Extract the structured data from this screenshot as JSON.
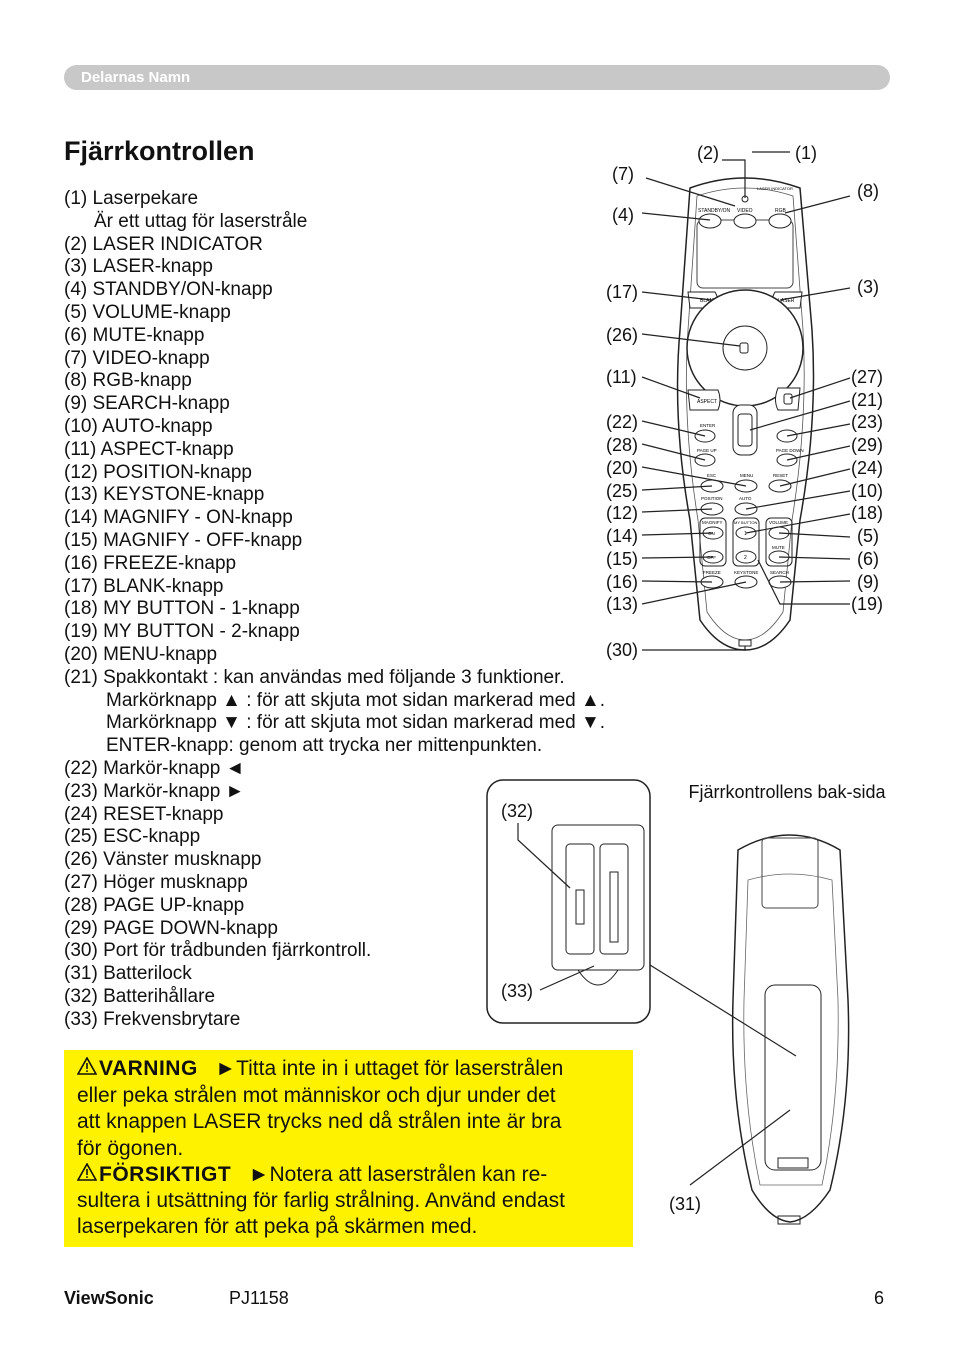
{
  "header": {
    "section": "Delarnas Namn"
  },
  "title": "Fjärrkontrollen",
  "parts": [
    "(1) Laserpekare",
    "Är ett uttag för laserstråle",
    "(2) LASER INDICATOR",
    "(3) LASER-knapp",
    "(4) STANDBY/ON-knapp",
    "(5) VOLUME-knapp",
    "(6) MUTE-knapp",
    "(7) VIDEO-knapp",
    "(8) RGB-knapp",
    "(9) SEARCH-knapp",
    "(10) AUTO-knapp",
    "(11) ASPECT-knapp",
    "(12) POSITION-knapp",
    "(13) KEYSTONE-knapp",
    "(14) MAGNIFY - ON-knapp",
    "(15) MAGNIFY - OFF-knapp",
    "(16) FREEZE-knapp",
    "(17) BLANK-knapp",
    "(18) MY BUTTON - 1-knapp",
    "(19) MY BUTTON - 2-knapp",
    "(20) MENU-knapp",
    "(21) Spakkontakt : kan användas med följande 3 funktioner.",
    "Markörknapp ▲ : för att skjuta mot sidan markerad med ▲.",
    "Markörknapp ▼ : för att skjuta mot sidan markerad med ▼.",
    "ENTER-knapp: genom att trycka ner mittenpunkten.",
    "(22) Markör-knapp ◄",
    "(23) Markör-knapp ►",
    "(24) RESET-knapp",
    "(25) ESC-knapp",
    "(26) Vänster musknapp",
    "(27) Höger musknapp",
    "(28) PAGE UP-knapp",
    "(29) PAGE DOWN-knapp",
    "(30) Port för trådbunden fjärrkontroll.",
    "(31) Batterilock",
    "(32) Batterihållare",
    "(33) Frekvensbrytare"
  ],
  "remote_labels": {
    "laser_indicator": "LASER INDICATOR",
    "standby_on": "STANDBY/ON",
    "video": "VIDEO",
    "rgb": "RGB",
    "blank": "BLANK",
    "laser": "LASER",
    "aspect": "ASPECT",
    "enter": "ENTER",
    "page_up": "PAGE UP",
    "page_down": "PAGE DOWN",
    "esc": "ESC",
    "menu": "MENU",
    "reset": "RESET",
    "position": "POSITION",
    "auto": "AUTO",
    "magnify": "MAGNIFY",
    "on": "ON",
    "off": "OFF",
    "my_button": "MY BUTTON",
    "one": "1",
    "two": "2",
    "volume": "VOLUME",
    "mute": "MUTE",
    "freeze": "FREEZE",
    "keystone": "KEYSTONE",
    "search": "SEARCH"
  },
  "callouts": {
    "c1": "(1)",
    "c2": "(2)",
    "c3": "(3)",
    "c4": "(4)",
    "c5": "(5)",
    "c6": "(6)",
    "c7": "(7)",
    "c8": "(8)",
    "c9": "(9)",
    "c10": "(10)",
    "c11": "(11)",
    "c12": "(12)",
    "c13": "(13)",
    "c14": "(14)",
    "c15": "(15)",
    "c16": "(16)",
    "c17": "(17)",
    "c18": "(18)",
    "c19": "(19)",
    "c20": "(20)",
    "c21": "(21)",
    "c22": "(22)",
    "c23": "(23)",
    "c24": "(24)",
    "c25": "(25)",
    "c26": "(26)",
    "c27": "(27)",
    "c28": "(28)",
    "c29": "(29)",
    "c30": "(30)",
    "c31": "(31)",
    "c32": "(32)",
    "c33": "(33)"
  },
  "back_caption": "Fjärrkontrollens bak-sida",
  "warning": {
    "label": "VARNING",
    "line1": "Titta inte in i uttaget för laserstrålen",
    "line2": "eller peka strålen mot människor och djur under det",
    "line3": "att knappen LASER trycks ned då strålen inte är bra",
    "line4": "för ögonen."
  },
  "caution": {
    "label": "FÖRSIKTIGT",
    "line1": "Notera att laserstrålen kan re-",
    "line2": "sultera i utsättning för farlig strålning. Använd endast",
    "line3": "laserpekaren för att peka på skärmen med."
  },
  "footer": {
    "brand": "ViewSonic",
    "model": "PJ1158",
    "page": "6"
  },
  "colors": {
    "warning_bg": "#fff200",
    "header_bar": "#c8c8c8"
  }
}
